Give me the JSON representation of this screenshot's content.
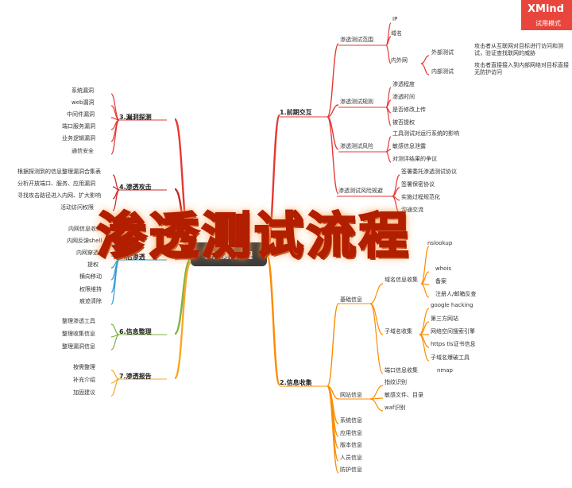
{
  "brand": {
    "name": "XMind",
    "trial": "试用模式"
  },
  "title": "渗透测试流程",
  "center": "渗透测试流程",
  "branches": {
    "b1": {
      "label": "1.前期交互",
      "color": "#e53935",
      "scope": {
        "label": "渗透测试范围",
        "ip": "IP",
        "domain": "域名",
        "inout": {
          "label": "内外网",
          "ext": "外部测试",
          "ext_desc": "攻击者从互联网对目标进行访问和测试，验证查找联网的威胁",
          "int": "内部测试",
          "int_desc": "攻击者直接接入到内部网络对目标直接无防护访问"
        }
      },
      "rules": {
        "label": "渗透测试规则",
        "items": [
          "渗透程度",
          "渗透时间",
          "是否修改上传",
          "被否提权"
        ]
      },
      "risk": {
        "label": "渗透测试风险",
        "items": [
          "工具测试对运行系统的影响",
          "敏感信息泄露",
          "对测评结果的争议"
        ]
      },
      "avoid": {
        "label": "渗透测试风险规避",
        "items": [
          "签署委托渗透测试协议",
          "签署保密协议",
          "实施过程规范化",
          "沟通交流"
        ]
      }
    },
    "b2": {
      "label": "2.信息收集",
      "color": "#fb8c00",
      "basic": {
        "label": "基础信息",
        "domain": {
          "label": "域名信息收集",
          "items": [
            "nslookup",
            "whois",
            "备案",
            "注册人/邮箱反查"
          ]
        },
        "sub": {
          "label": "子域名收集",
          "items": [
            "google hacking",
            "第三方网站",
            "网络空间搜索引擎",
            "https tls证书信息",
            "子域名爆破工具"
          ]
        },
        "port": {
          "label": "端口信息收集",
          "tool": "nmap"
        }
      },
      "site": {
        "label": "网站信息",
        "items": [
          "指纹识别",
          "敏感文件、目录",
          "waf识别"
        ]
      },
      "others": [
        "系统信息",
        "应用信息",
        "版本信息",
        "人员信息",
        "防护信息"
      ]
    },
    "b3": {
      "label": "3.漏洞探测",
      "color": "#e53935",
      "items": [
        "系统漏洞",
        "web漏洞",
        "中间件漏洞",
        "端口服务漏洞",
        "业务逻辑漏洞",
        "通信安全"
      ]
    },
    "b4": {
      "label": "4.渗透攻击",
      "color": "#c62828",
      "items": [
        "根据探测到的信息整理漏洞合集表",
        "分析开放端口、服务、应用漏洞",
        "寻找攻击路径进入内网、扩大影响",
        "活动访问权限"
      ]
    },
    "b5": {
      "label": "5.后渗透",
      "color": "#2e9bd6",
      "items": [
        "内网信息收集",
        "内网反弹shell",
        "内网穿透",
        "提权",
        "横向移动",
        "权限维持",
        "痕迹清除"
      ]
    },
    "b6": {
      "label": "6.信息整理",
      "color": "#7cb342",
      "items": [
        "整理渗透工具",
        "整理收集信息",
        "整理漏洞信息"
      ]
    },
    "b7": {
      "label": "7.渗透报告",
      "color": "#f9a825",
      "items": [
        "按需整理",
        "补充介绍",
        "加固建议"
      ]
    }
  }
}
